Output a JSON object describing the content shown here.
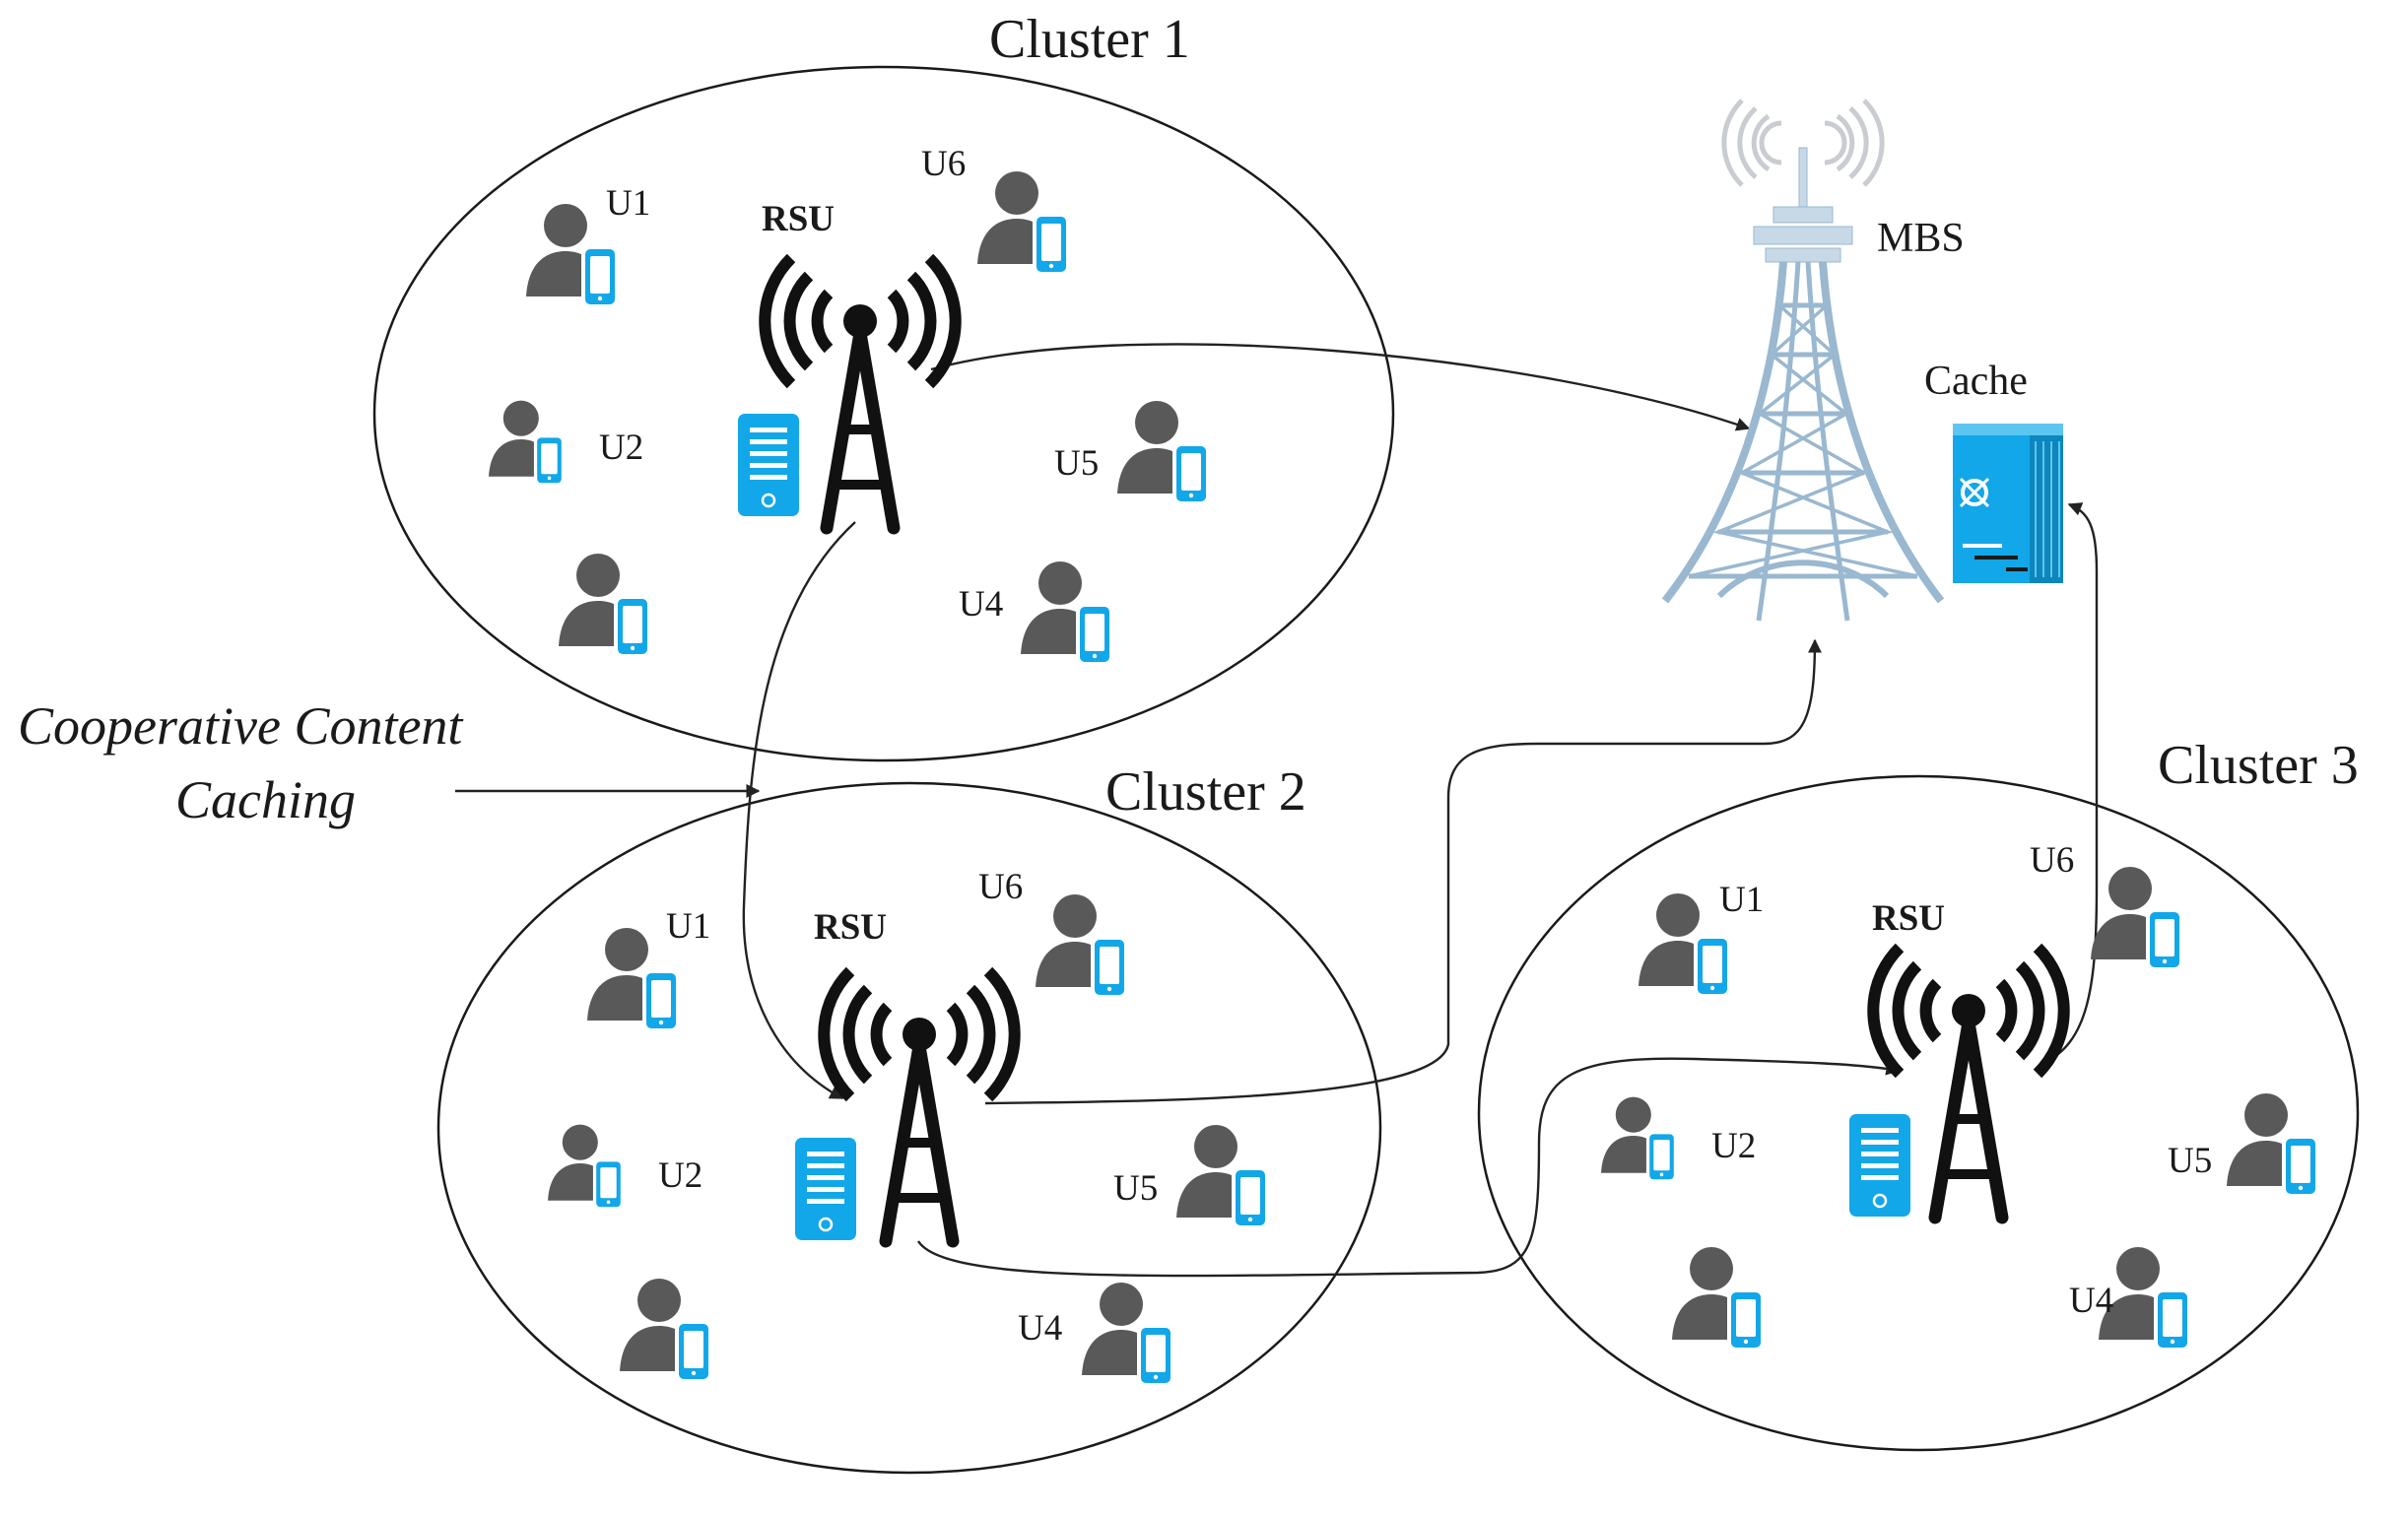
{
  "clusters": [
    {
      "title": "Cluster 1",
      "rsu_label": "RSU",
      "user_labels": {
        "u1": "U1",
        "u2": "U2",
        "u4": "U4",
        "u5": "U5",
        "u6": "U6"
      }
    },
    {
      "title": "Cluster 2",
      "rsu_label": "RSU",
      "user_labels": {
        "u1": "U1",
        "u2": "U2",
        "u4": "U4",
        "u5": "U5",
        "u6": "U6"
      }
    },
    {
      "title": "Cluster 3",
      "rsu_label": "RSU",
      "user_labels": {
        "u1": "U1",
        "u2": "U2",
        "u4": "U4",
        "u5": "U5",
        "u6": "U6"
      }
    }
  ],
  "mbs": {
    "label": "MBS"
  },
  "cache": {
    "label": "Cache"
  },
  "cooperation": {
    "line1": "Cooperative Content",
    "line2": "Caching"
  },
  "colors": {
    "user_icon": "#595959",
    "device_blue": "#12a7e8",
    "tower_steel": "#9ab8cf",
    "outline": "#1a1a1a"
  },
  "icons": [
    "user-icon",
    "phone-icon",
    "rsu-antenna-icon",
    "server-icon",
    "mbs-tower-icon",
    "cache-server-icon"
  ]
}
